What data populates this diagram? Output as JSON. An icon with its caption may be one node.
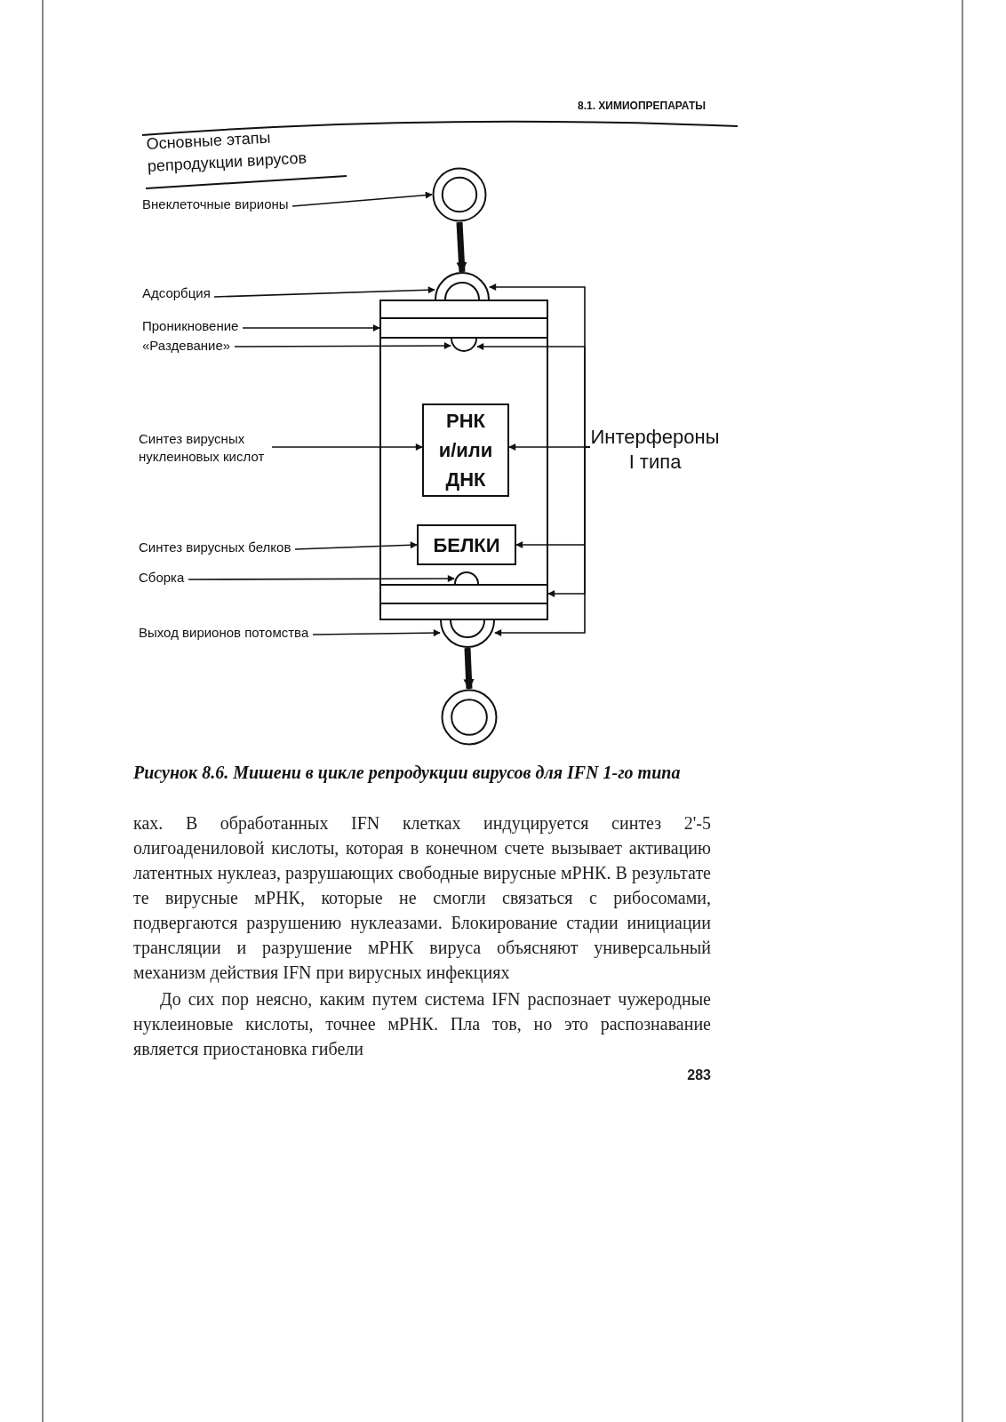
{
  "diagram": {
    "title": "Основные этапы репродукции вирусов",
    "caption": "Рисунок 8.6. Мишени в цикле репродукции вирусов для IFN 1-го типа",
    "nodes": [
      {
        "text": [
          "Внеклеточные вирионы"
        ]
      },
      {
        "text": [],
        "shape": "circle"
      },
      {
        "text": [],
        "shape": "circle"
      },
      {
        "text": [
          "Адсорбция"
        ]
      },
      {
        "text": [],
        "shape": "box"
      },
      {
        "text": [
          "Проникновение"
        ]
      },
      {
        "text": [],
        "shape": "bar",
        "in": 4
      },
      {
        "text": [
          "«Раздевание»"
        ]
      },
      {
        "text": [],
        "shape": "circle",
        "in": 4
      },
      {
        "text": [
          "Синтез вирусных нуклеиновых кислот"
        ]
      },
      {
        "text": [
          "РНК и/или ДНК"
        ],
        "in": 4
      },
      {
        "text": [
          "Синтез вирусных белков"
        ]
      },
      {
        "text": [
          "БЕЛКИ"
        ],
        "in": 4
      },
      {
        "text": [
          "Сборка"
        ]
      },
      {
        "text": [],
        "shape": "circle",
        "in": 4
      },
      {
        "text": [],
        "shape": "bar",
        "in": 4
      },
      {
        "text": [
          "Выход вирионов потомства"
        ]
      },
      {
        "text": [],
        "shape": "circle"
      },
      {
        "text": [],
        "shape": "circle"
      },
      {
        "text": [
          "Интерфероны I типа"
        ]
      }
    ],
    "edges": [
      {
        "from": 0,
        "to": 1,
        "arrow": "to"
      },
      {
        "from": 1,
        "to": 2,
        "arrow": "to",
        "style": "thick"
      },
      {
        "from": 3,
        "to": 2,
        "arrow": "to"
      },
      {
        "from": 5,
        "to": 6,
        "arrow": "to"
      },
      {
        "from": 7,
        "to": 8,
        "arrow": "to"
      },
      {
        "from": 9,
        "to": 10,
        "arrow": "to"
      },
      {
        "from": 11,
        "to": 12,
        "arrow": "to"
      },
      {
        "from": 13,
        "to": 14,
        "arrow": "to"
      },
      {
        "from": 16,
        "to": 17,
        "arrow": "to"
      },
      {
        "from": 17,
        "to": 18,
        "arrow": "to",
        "style": "thick"
      },
      {
        "from": 19,
        "to": 2,
        "arrow": "to"
      },
      {
        "from": 19,
        "to": 8,
        "arrow": "to"
      },
      {
        "from": 19,
        "to": 10,
        "arrow": "to"
      },
      {
        "from": 19,
        "to": 12,
        "arrow": "to"
      },
      {
        "from": 19,
        "to": 15,
        "arrow": "to"
      },
      {
        "from": 19,
        "to": 17,
        "arrow": "to"
      }
    ],
    "labels": [
      "8.1. ХИМИОПРЕПАРАТЫ",
      "ках. В обработанных IFN клетках индуцируется синтез 2'-5 олигоадениловой кислоты, которая в конечном счете вызывает активацию латентных нуклеаз, разрушающих свободные вирусные мРНК. В результате те вирусные мРНК, которые не смогли связаться с рибосомами, подвергаются разрушению нуклеазами. Блокирование стадии инициации трансляции и разрушение мРНК вируса объясняют универсальный механизм действия IFN при вирусных инфекциях",
      "До сих пор неясно, каким путем система IFN распознает чужеродные нуклеиновые кислоты, точнее мРНК. Пла тов, но это распознавание является приостановка гибели",
      "283"
    ]
  }
}
